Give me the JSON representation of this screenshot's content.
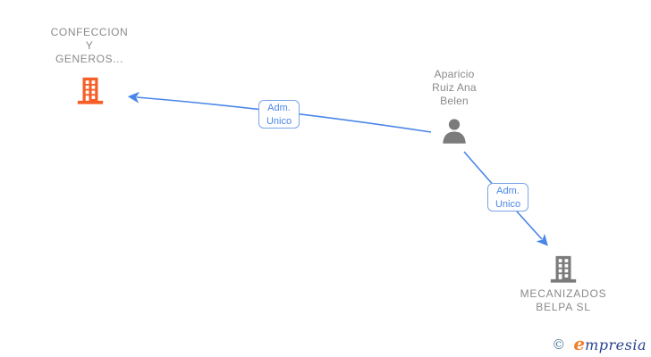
{
  "diagram": {
    "nodes": {
      "company1": {
        "type": "company",
        "lines": [
          "CONFECCION",
          "Y",
          "GENEROS..."
        ],
        "icon": "building-icon",
        "icon_color": "#f75e27"
      },
      "person": {
        "type": "person",
        "lines": [
          "Aparicio",
          "Ruiz Ana",
          "Belen"
        ],
        "icon": "person-icon",
        "icon_color": "#7b7b7b"
      },
      "company2": {
        "type": "company",
        "lines": [
          "MECANIZADOS",
          "BELPA SL"
        ],
        "icon": "building-icon",
        "icon_color": "#7b7b7b"
      }
    },
    "edges": [
      {
        "from": "person",
        "to": "company1",
        "label_lines": [
          "Adm.",
          "Unico"
        ]
      },
      {
        "from": "person",
        "to": "company2",
        "label_lines": [
          "Adm.",
          "Unico"
        ]
      }
    ],
    "colors": {
      "edge_blue": "#4a86e8",
      "edge_label_border": "#79a6e9",
      "edge_label_text": "#4a86e8",
      "node_text_gray": "#8a8a8a",
      "icon_gray": "#7b7b7b",
      "icon_orange": "#f75e27"
    }
  },
  "footer": {
    "copyright_symbol": "©",
    "brand_initial": "e",
    "brand_rest": "mpresia",
    "copyright_color": "#4e7f95",
    "initial_color": "#f07f2a",
    "brand_color": "#27418f"
  }
}
